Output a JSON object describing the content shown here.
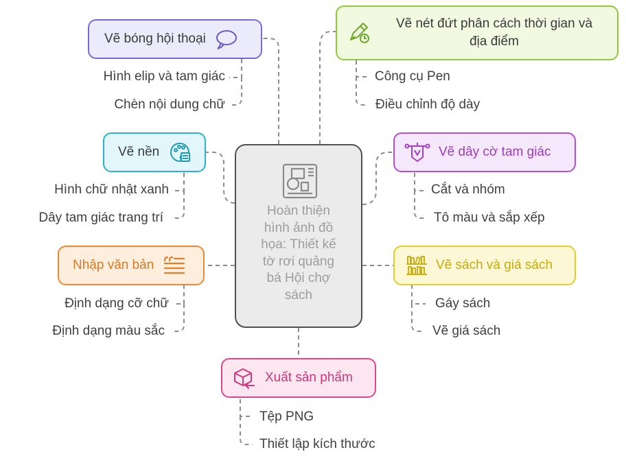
{
  "center": {
    "title_lines": [
      "Hoàn thiện",
      "hình ảnh đồ",
      "họa: Thiết kế",
      "tờ rơi quảng",
      "bá Hội chợ",
      "sách"
    ],
    "icon": "design-sheet-icon"
  },
  "topics": {
    "speech_bubble": {
      "label": "Vẽ bóng hội thoại",
      "icon": "speech-bubble-icon",
      "color": "#7b68d8",
      "fill": "#ecebfb",
      "children": [
        "Hình elip và tam giác",
        "Chèn nội dung chữ"
      ]
    },
    "background": {
      "label": "Vẽ nền",
      "icon": "palette-icon",
      "color": "#2bb1cf",
      "fill": "#e2f6fb",
      "children": [
        "Hình chữ nhật xanh",
        "Dây tam giác trang trí"
      ]
    },
    "text_input": {
      "label": "Nhập văn bản",
      "icon": "text-quote-icon",
      "color": "#ea8a38",
      "fill": "#fdeedd",
      "children": [
        "Định dạng cỡ chữ",
        "Định dạng màu sắc"
      ]
    },
    "dashed_line": {
      "label_lines": [
        "Vẽ nét đứt phân cách thời gian và",
        "địa điểm"
      ],
      "icon": "pen-tool-icon",
      "color": "#8fc93a",
      "fill": "#f1f9e0",
      "children": [
        "Công cụ Pen",
        "Điều chỉnh độ dày"
      ]
    },
    "bunting": {
      "label": "Vẽ dây cờ tam giác",
      "icon": "flag-bunting-icon",
      "color": "#b24ed8",
      "fill": "#f6e8fc",
      "children": [
        "Cắt và nhóm",
        "Tô màu và sắp xếp"
      ]
    },
    "bookshelf": {
      "label": "Vẽ sách và giá sách",
      "icon": "bookshelf-icon",
      "color": "#e2cc2a",
      "fill": "#fcf8d6",
      "children": [
        "Gáy sách",
        "Vẽ giá sách"
      ]
    },
    "export": {
      "label": "Xuất sản phẩm",
      "icon": "export-box-icon",
      "color": "#e0468f",
      "fill": "#fce6f0",
      "children": [
        "Tệp PNG",
        "Thiết lập kích thước"
      ]
    }
  }
}
